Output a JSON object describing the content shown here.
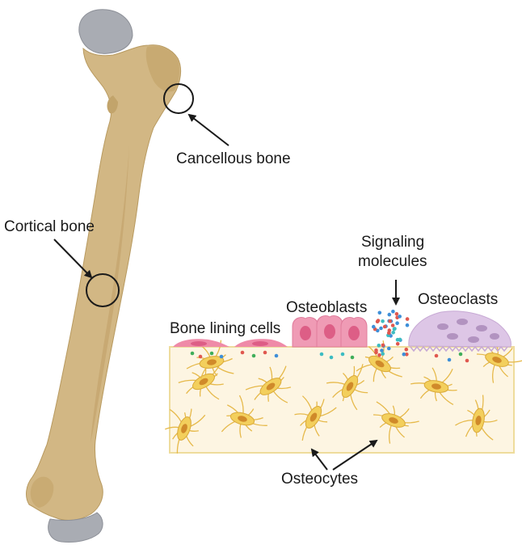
{
  "labels": {
    "cancellous_bone": "Cancellous bone",
    "cortical_bone": "Cortical bone",
    "signaling_line1": "Signaling",
    "signaling_line2": "molecules",
    "osteoclasts": "Osteoclasts",
    "osteoblasts": "Osteoblasts",
    "bone_lining_cells": "Bone lining cells",
    "osteocytes": "Osteocytes"
  },
  "colors": {
    "bone_shaft": "#d2b784",
    "bone_shadow": "#bf9f66",
    "cartilage": "#a9acb3",
    "matrix": "#fdf5e2",
    "matrix_border": "#eedc9c",
    "osteocyte": "#f3cf5c",
    "osteocyte_nucleus": "#d08a2a",
    "osteoblast": "#ef9bb5",
    "osteoblast_nucleus": "#dd5e86",
    "lining_cell": "#ef8aa8",
    "osteoclast": "#ddc6e6",
    "osteoclast_nucleus": "#b293c0",
    "dot_blue": "#3e8fd8",
    "dot_red": "#e0584f",
    "dot_green": "#3fae5a",
    "dot_teal": "#3cbcc2"
  }
}
